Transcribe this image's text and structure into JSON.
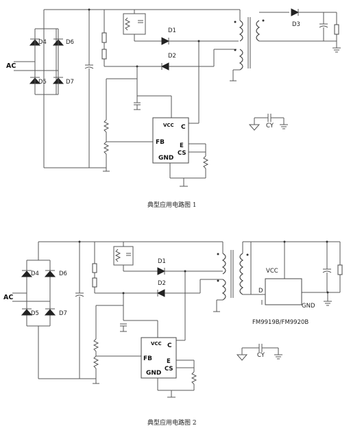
{
  "figure1": {
    "caption": "典型应用电路图 1",
    "labels": {
      "ac": "AC",
      "d4": "D4",
      "d5": "D5",
      "d6": "D6",
      "d7": "D7",
      "d1": "D1",
      "d2": "D2",
      "d3": "D3",
      "cy": "CY"
    },
    "chip": {
      "vcc": "VCC",
      "c": "C",
      "fb": "FB",
      "e": "E",
      "cs": "CS",
      "gnd": "GND"
    }
  },
  "figure2": {
    "caption": "典型应用电路图 2",
    "labels": {
      "ac": "AC",
      "d4": "D4",
      "d5": "D5",
      "d6": "D6",
      "d7": "D7",
      "d1": "D1",
      "d2": "D2",
      "cy": "CY"
    },
    "chip": {
      "vcc": "VCC",
      "c": "C",
      "fb": "FB",
      "e": "E",
      "cs": "CS",
      "gnd": "GND"
    },
    "sr": {
      "vcc": "VCC",
      "d": "D",
      "gnd": "GND",
      "part": "FM9919B/FM9920B"
    }
  }
}
